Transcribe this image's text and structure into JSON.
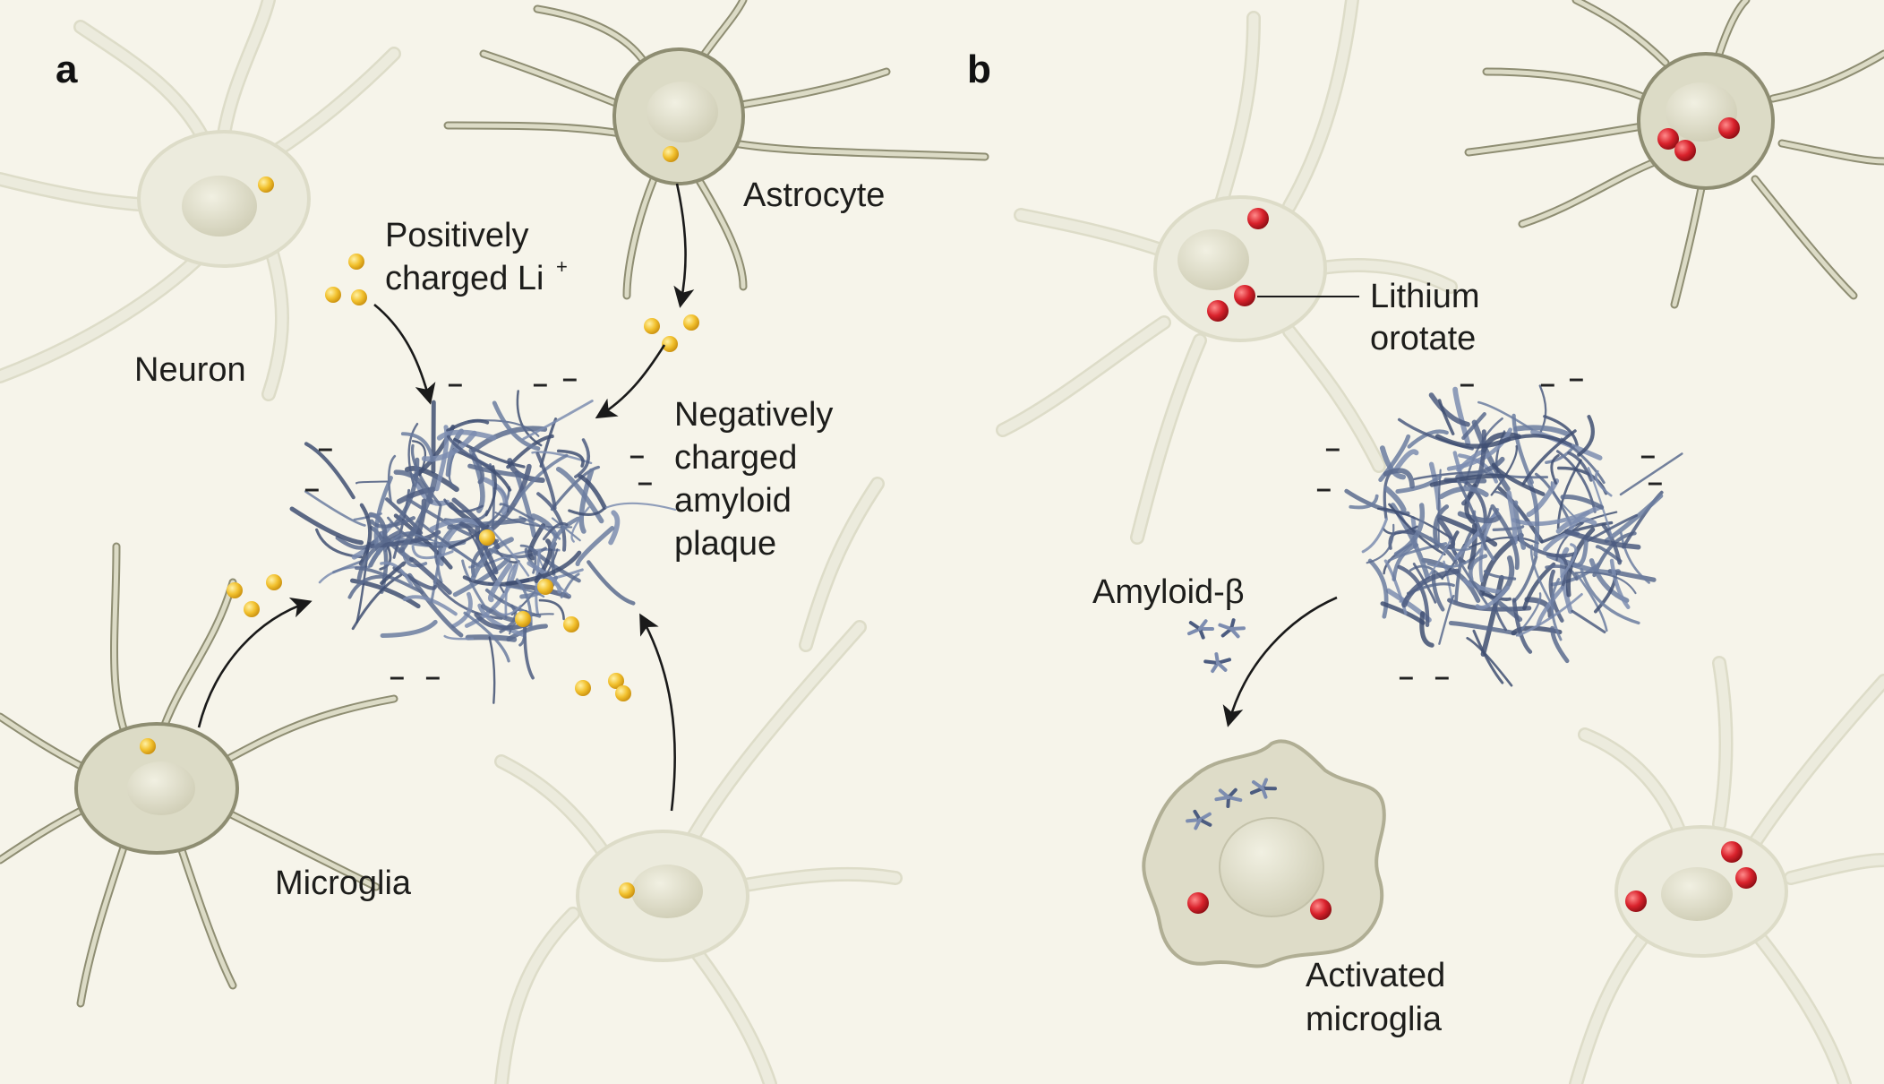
{
  "panels": {
    "a": {
      "letter": "a",
      "labels": {
        "neuron": "Neuron",
        "astrocyte": "Astrocyte",
        "microglia": "Microglia",
        "lithium_line1": "Positively",
        "lithium_line2": "charged Li",
        "lithium_sup": "+",
        "plaque_line1": "Negatively",
        "plaque_line2": "charged",
        "plaque_line3": "amyloid",
        "plaque_line4": "plaque"
      }
    },
    "b": {
      "letter": "b",
      "labels": {
        "orotate_line1": "Lithium",
        "orotate_line2": "orotate",
        "amyloid_beta": "Amyloid-β",
        "activated_line1": "Activated",
        "activated_line2": "microglia"
      }
    }
  },
  "charge_symbol": "–",
  "colors": {
    "background": "#f6f4ea",
    "neuron_body": "#ecebdd",
    "neuron_nucleus": "#dcdbc5",
    "astrocyte_body": "#dcdbc6",
    "astrocyte_outline": "#8e8d72",
    "plaque": "#5a6b8e",
    "lithium_ion": "#f2c12e",
    "lithium_orotate": "#d9222c",
    "microglia_body": "#dedcc8",
    "arrow": "#1a1a1a"
  },
  "icons": {
    "lithium_ion": "yellow-sphere-icon",
    "lithium_orotate": "red-sphere-icon",
    "amyloid_beta": "amyloid-fragment-icon"
  }
}
